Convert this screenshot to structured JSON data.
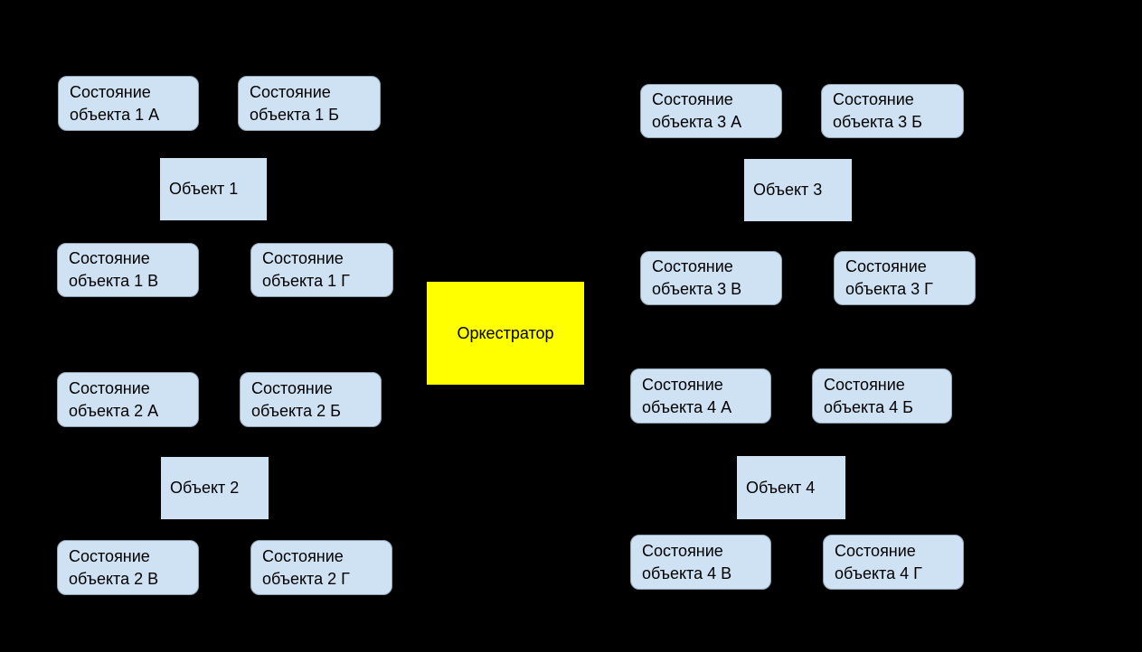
{
  "colors": {
    "background": "#000000",
    "state_fill": "#cfe2f3",
    "orchestrator_fill": "#ffff00",
    "text": "#000000"
  },
  "orchestrator": {
    "label": "Оркестратор"
  },
  "groups": [
    {
      "object_label": "Объект 1",
      "states": [
        "Состояние объекта 1 А",
        "Состояние объекта 1 Б",
        "Состояние объекта 1 В",
        "Состояние объекта 1 Г"
      ]
    },
    {
      "object_label": "Объект 2",
      "states": [
        "Состояние объекта 2 А",
        "Состояние объекта 2 Б",
        "Состояние объекта 2 В",
        "Состояние объекта 2 Г"
      ]
    },
    {
      "object_label": "Объект 3",
      "states": [
        "Состояние объекта 3 А",
        "Состояние объекта 3 Б",
        "Состояние объекта 3 В",
        "Состояние объекта 3 Г"
      ]
    },
    {
      "object_label": "Объект 4",
      "states": [
        "Состояние объекта 4 А",
        "Состояние объекта 4 Б",
        "Состояние объекта 4 В",
        "Состояние объекта 4 Г"
      ]
    }
  ]
}
